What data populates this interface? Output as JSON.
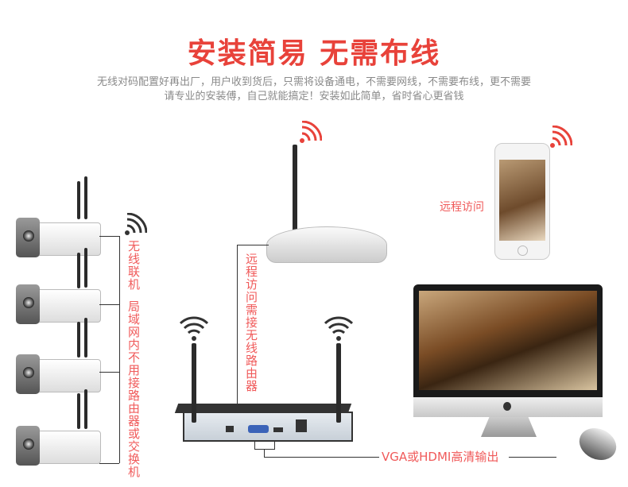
{
  "header": {
    "title": "安装简易 无需布线",
    "subtitle_line1": "无线对码配置好再出厂，用户收到货后，只需将设备通电，不需要网线，不需要布线，更不需要",
    "subtitle_line2": "请专业的安装傅，自己就能搞定！安装如此简单，省时省心更省钱"
  },
  "labels": {
    "wireless_link": "无线联机",
    "lan_note": "局域网内不用接路由器或交换机",
    "router_note": "远程访问需接无线路由器",
    "remote_access": "远程访问",
    "video_output": "VGA或HDMI高清输出"
  },
  "colors": {
    "accent": "#e8423a",
    "label": "#f05a5a",
    "subtext": "#8a8a8a"
  }
}
